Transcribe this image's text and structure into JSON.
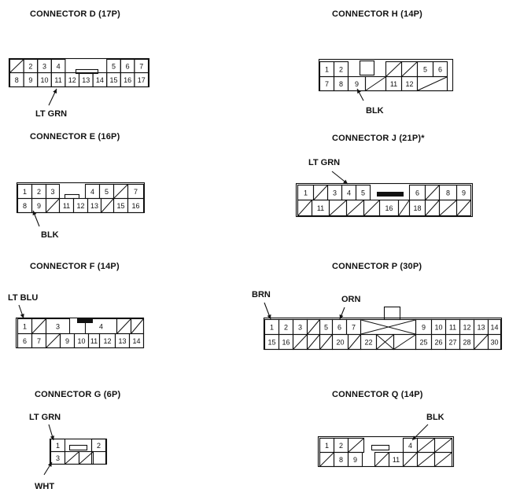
{
  "titles": {
    "D": "CONNECTOR D (17P)",
    "H": "CONNECTOR H (14P)",
    "E": "CONNECTOR E (16P)",
    "J": "CONNECTOR J (21P)*",
    "F": "CONNECTOR F (14P)",
    "P": "CONNECTOR P (30P)",
    "G": "CONNECTOR G (6P)",
    "Q": "CONNECTOR Q (14P)"
  },
  "wires": {
    "D": "LT GRN",
    "H": "BLK",
    "E": "BLK",
    "J": "LT GRN",
    "F": "LT BLU",
    "P1": "BRN",
    "P2": "ORN",
    "G1": "LT GRN",
    "G2": "WHT",
    "Q": "BLK"
  },
  "connectors": {
    "D": {
      "top": [
        "/",
        "2",
        "3",
        "4",
        "",
        "",
        "",
        "5",
        "6",
        "7"
      ],
      "bottom": [
        "8",
        "9",
        "10",
        "11",
        "12",
        "13",
        "14",
        "15",
        "16",
        "17"
      ]
    },
    "H": {
      "top": [
        "1",
        "2",
        "",
        "/",
        "/",
        "5",
        "6"
      ],
      "bottom": [
        "7",
        "8",
        "9",
        "/",
        "11",
        "12",
        "/"
      ]
    },
    "E": {
      "top": [
        "1",
        "2",
        "3",
        "",
        "",
        "4",
        "5",
        "/",
        "7"
      ],
      "bottom": [
        "8",
        "9",
        "/",
        "11",
        "12",
        "13",
        "/",
        "15",
        "16"
      ]
    },
    "J": {
      "top": [
        "1",
        "/",
        "3",
        "4",
        "5",
        "",
        "",
        "6",
        "/",
        "8",
        "9"
      ],
      "bottom": [
        "/",
        "11",
        "/",
        "/",
        "/",
        "16",
        "/",
        "18",
        "/",
        "/",
        "/"
      ]
    },
    "F": {
      "top": [
        "1",
        "/",
        "3",
        "",
        "",
        "",
        "4",
        "/",
        "/"
      ],
      "bottom": [
        "6",
        "7",
        "/",
        "9",
        "10",
        "11",
        "12",
        "13",
        "14"
      ]
    },
    "P": {
      "top": [
        "1",
        "2",
        "3",
        "/",
        "5",
        "6",
        "7",
        "X",
        "9",
        "10",
        "11",
        "12",
        "13",
        "14"
      ],
      "bottom": [
        "15",
        "16",
        "/",
        "/",
        "/",
        "20",
        "/",
        "22",
        "X",
        "/",
        "25",
        "26",
        "27",
        "28",
        "/",
        "30"
      ]
    },
    "G": {
      "top": [
        "1",
        "",
        "2"
      ],
      "bottom": [
        "3",
        "/",
        "/"
      ]
    },
    "Q": {
      "top": [
        "1",
        "2",
        "/",
        "",
        "4",
        "/",
        "/"
      ],
      "bottom": [
        "/",
        "8",
        "9",
        "",
        "/",
        "11",
        "/",
        "/",
        "/"
      ]
    }
  }
}
